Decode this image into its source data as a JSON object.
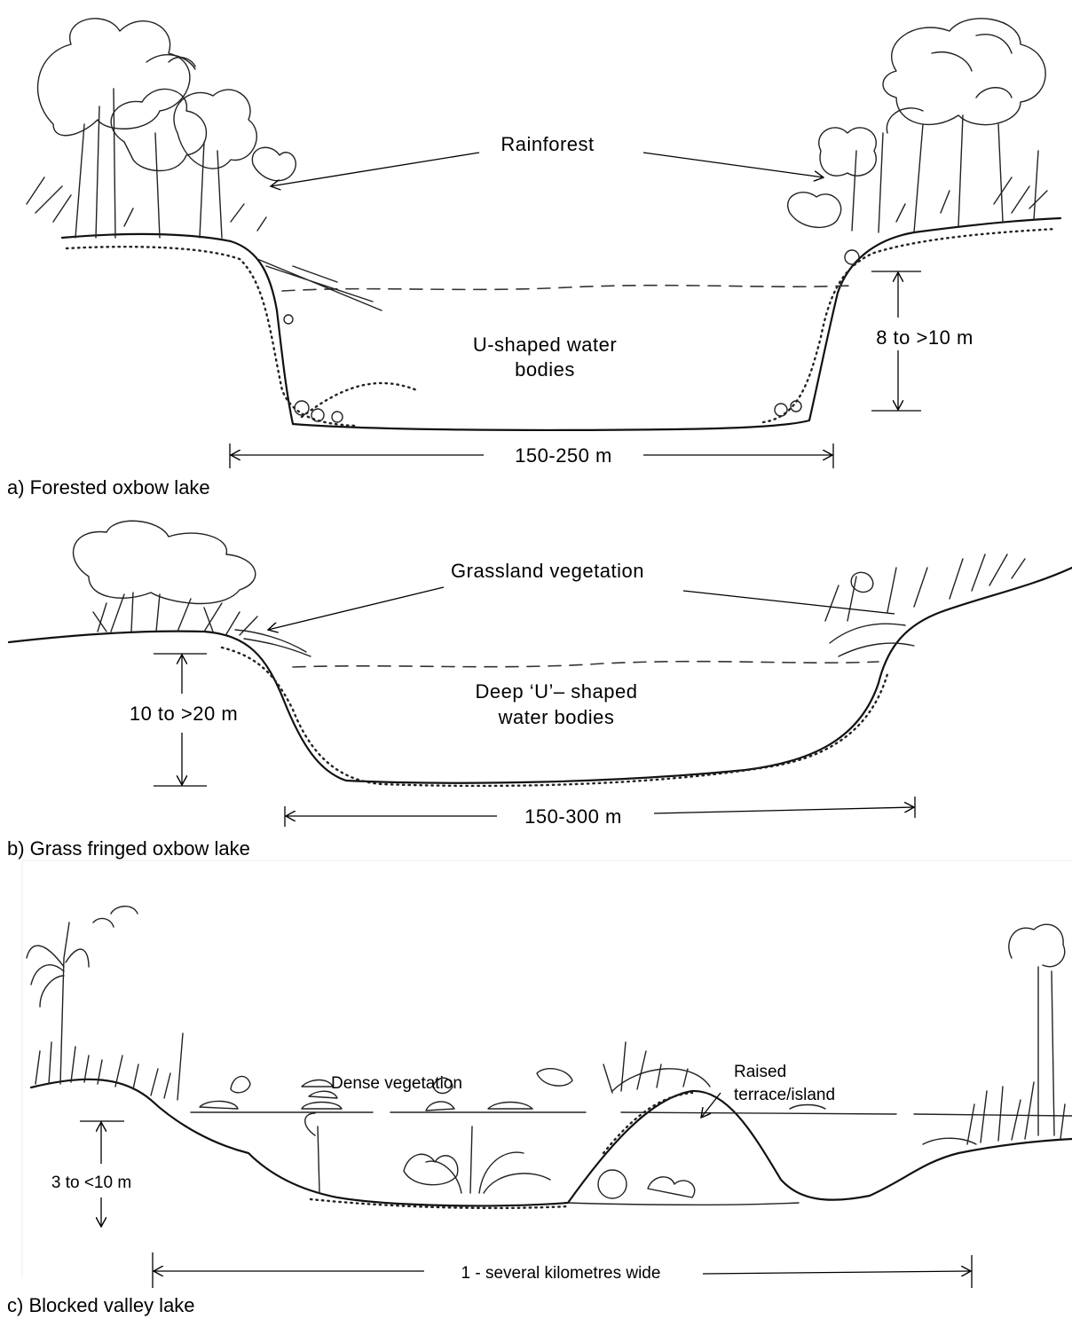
{
  "panel_a": {
    "caption": "a) Forested oxbow lake",
    "vegetation_label": "Rainforest",
    "water_label_line1": "U-shaped water",
    "water_label_line2": "bodies",
    "depth_label": "8 to >10 m",
    "width_label": "150-250 m"
  },
  "panel_b": {
    "caption": "b) Grass fringed oxbow lake",
    "vegetation_label": "Grassland vegetation",
    "water_label_line1": "Deep ‘U’– shaped",
    "water_label_line2": "water bodies",
    "depth_label": "10 to >20 m",
    "width_label": "150-300 m"
  },
  "panel_c": {
    "caption": "c) Blocked valley lake",
    "vegetation_label": "Dense vegetation",
    "island_label_line1": "Raised",
    "island_label_line2": "terrace/island",
    "depth_label": "3 to <10 m",
    "width_label": "1 - several kilometres wide"
  }
}
